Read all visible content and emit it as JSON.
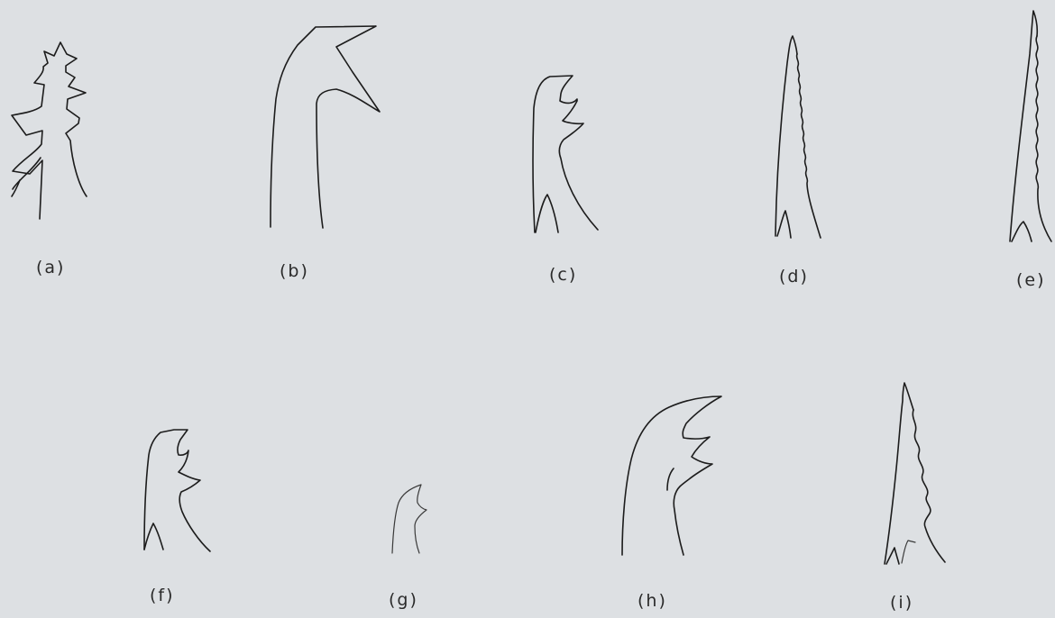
{
  "figure": {
    "panels": [
      {
        "id": "a",
        "label": "(a)",
        "icon": "branched-barbed-point-icon"
      },
      {
        "id": "b",
        "label": "(b)",
        "icon": "hooked-point-icon"
      },
      {
        "id": "c",
        "label": "(c)",
        "icon": "double-barbed-hook-icon"
      },
      {
        "id": "d",
        "label": "(d)",
        "icon": "finely-serrated-point-icon"
      },
      {
        "id": "e",
        "label": "(e)",
        "icon": "long-serrated-point-icon"
      },
      {
        "id": "f",
        "label": "(f)",
        "icon": "double-barbed-hook-icon"
      },
      {
        "id": "g",
        "label": "(g)",
        "icon": "small-barbed-hook-icon"
      },
      {
        "id": "h",
        "label": "(h)",
        "icon": "curved-barbed-hook-icon"
      },
      {
        "id": "i",
        "label": "(i)",
        "icon": "serrated-triangular-point-icon"
      }
    ]
  },
  "colors": {
    "background": "#dde0e3",
    "stroke": "#1c1c1c"
  }
}
